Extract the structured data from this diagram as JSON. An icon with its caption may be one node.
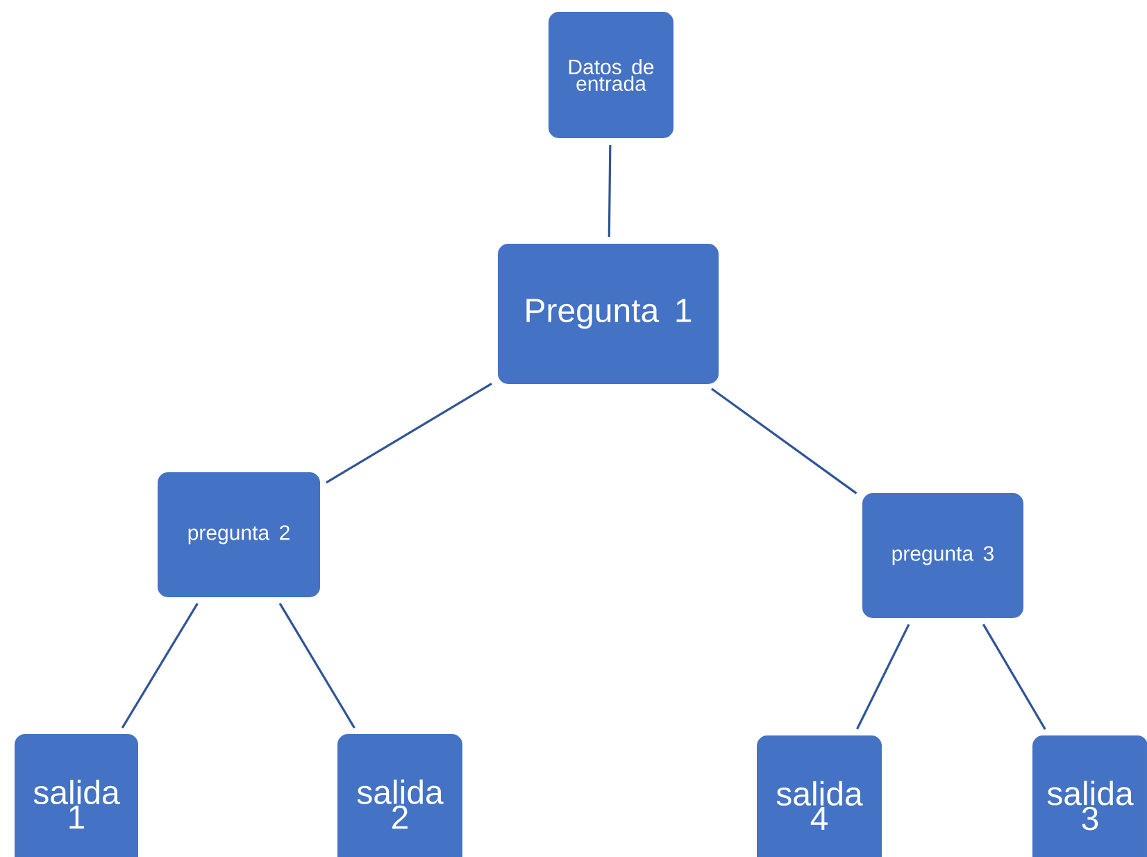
{
  "diagram": {
    "nodes": [
      {
        "text": [
          "Datos de entrada"
        ]
      },
      {
        "text": [
          "Pregunta 1"
        ]
      },
      {
        "text": [
          "pregunta 2"
        ]
      },
      {
        "text": [
          "pregunta 3"
        ]
      },
      {
        "text": [
          "salida 1"
        ]
      },
      {
        "text": [
          "salida 2"
        ]
      },
      {
        "text": [
          "salida 4"
        ]
      },
      {
        "text": [
          "salida 3"
        ]
      }
    ],
    "edges": [
      {
        "from": 0,
        "to": 1,
        "arrow": "none"
      },
      {
        "from": 1,
        "to": 2,
        "arrow": "none"
      },
      {
        "from": 1,
        "to": 3,
        "arrow": "none"
      },
      {
        "from": 2,
        "to": 4,
        "arrow": "none"
      },
      {
        "from": 2,
        "to": 5,
        "arrow": "none"
      },
      {
        "from": 3,
        "to": 6,
        "arrow": "none"
      },
      {
        "from": 3,
        "to": 7,
        "arrow": "none"
      }
    ]
  }
}
